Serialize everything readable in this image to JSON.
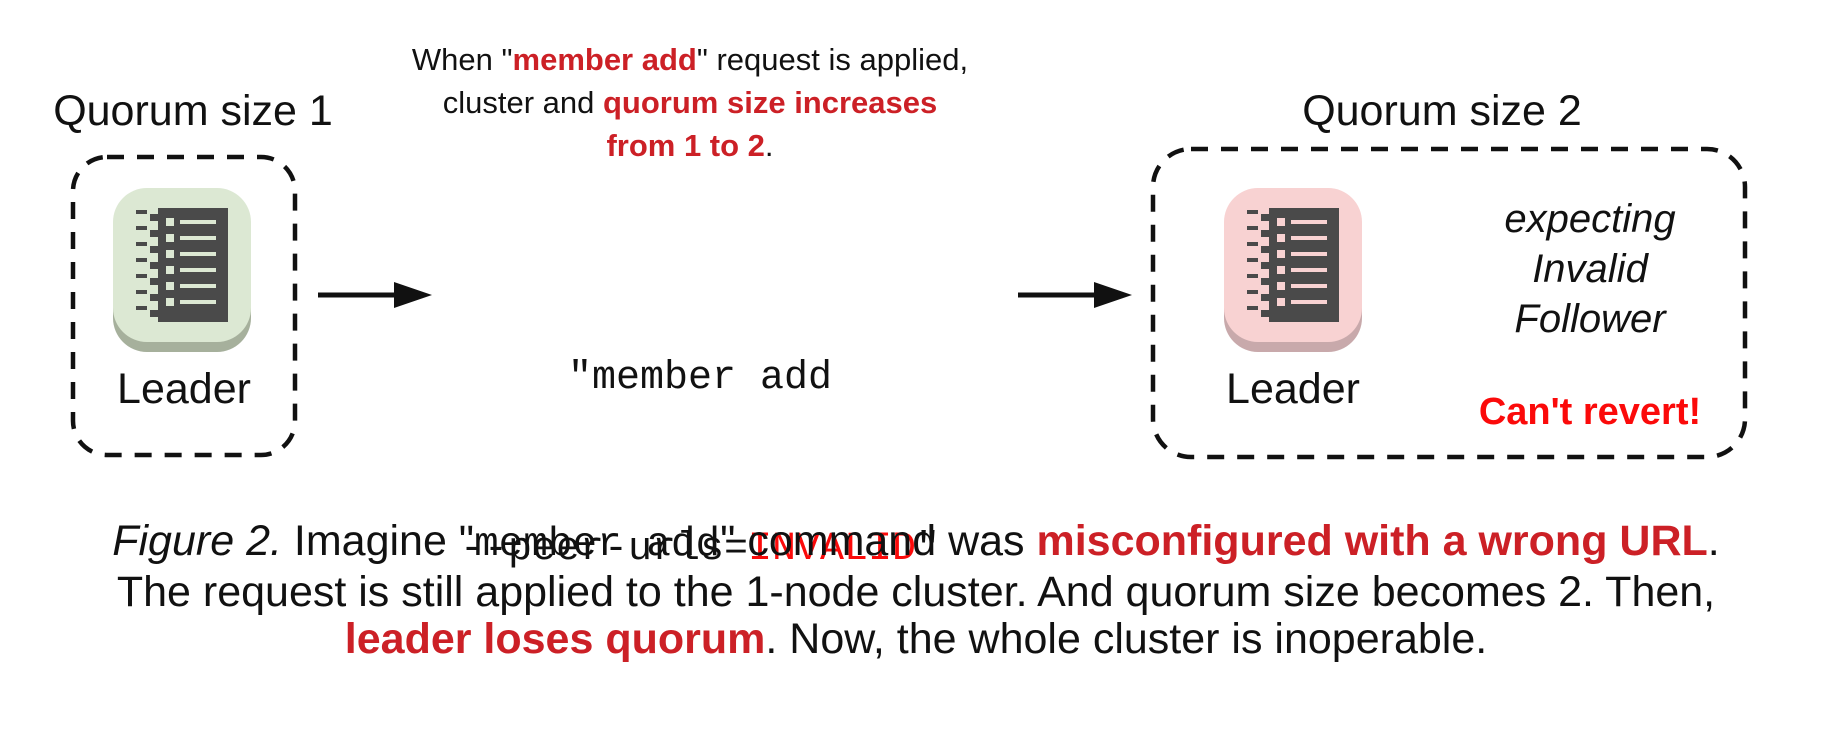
{
  "figure": {
    "top_note": {
      "line1": {
        "pre": "When \"",
        "highlight": "member add",
        "post": "\" request is applied,"
      },
      "line2": {
        "pre": "cluster and ",
        "highlight": "quorum size increases"
      },
      "line3": {
        "highlight": "from 1 to 2",
        "post": "."
      }
    },
    "left_cluster": {
      "title": "Quorum size 1",
      "node_label": "Leader"
    },
    "command": {
      "line1": "\"member add",
      "line2_pre": "--peer-urls=",
      "line2_invalid": "INVALID",
      "line2_post": "\""
    },
    "right_cluster": {
      "title": "Quorum size 2",
      "node_label": "Leader",
      "expectation": [
        "expecting",
        "Invalid",
        "Follower"
      ],
      "warning": "Can't revert!"
    },
    "caption": {
      "line1": {
        "figure_label": "Figure 2.",
        "pre": " Imagine \"",
        "command": "member add",
        "mid": "\" command was ",
        "highlight": "misconfigured with a wrong URL",
        "post": "."
      },
      "line2": "The request is still applied to the 1-node cluster. And quorum size becomes 2. Then,",
      "line3": {
        "highlight": "leader loses quorum",
        "post": ". Now, the whole cluster is inoperable."
      }
    },
    "icons": {
      "node": "etcd-log-node-icon",
      "arrow": "arrow-right-icon",
      "boundary": "dashed-cluster-boundary"
    },
    "colors": {
      "highlight_red": "#cc2026",
      "bright_red": "#fb0a0a",
      "text_black": "#111111",
      "node_green": "#dce8d3",
      "node_green_shadow": "#a6b09c",
      "node_pink": "#f8d2d2",
      "node_pink_shadow": "#c8a9ab",
      "glyph_dark": "#4a4a4a"
    }
  }
}
